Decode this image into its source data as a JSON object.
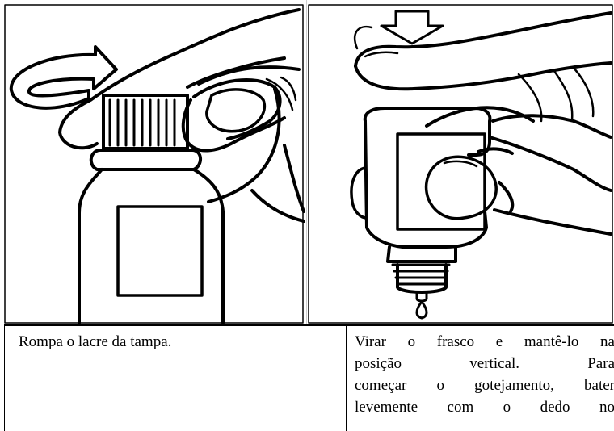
{
  "steps": [
    {
      "illustration": "hand-breaking-cap-seal",
      "icons": [
        "rotate-arrow-icon",
        "bottle-icon",
        "hand-icon"
      ],
      "lines": [
        "Rompa o lacre da tampa."
      ]
    },
    {
      "illustration": "hand-tapping-inverted-bottle",
      "icons": [
        "down-arrow-icon",
        "bottle-icon",
        "hand-icon",
        "drop-icon"
      ],
      "lines": [
        "Virar o frasco e mantê-lo na",
        "posição vertical. Para",
        "começar o gotejamento, bater",
        "levemente com o dedo no"
      ]
    }
  ]
}
